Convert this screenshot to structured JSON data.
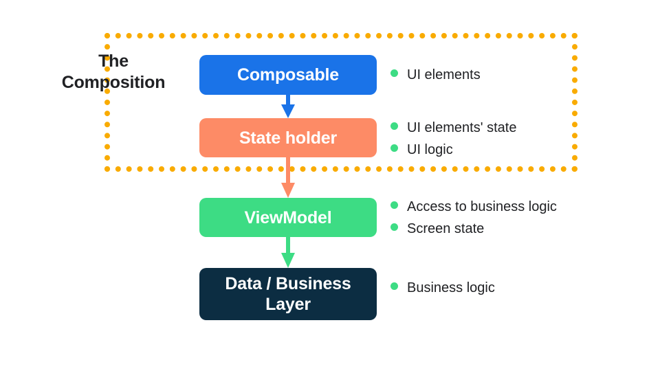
{
  "diagram": {
    "title": "The Composition",
    "frame": {
      "label": "composition-boundary",
      "color": "#f9ab00",
      "style": "dotted"
    },
    "nodes": [
      {
        "id": "composable",
        "label": "Composable",
        "color": "#1a73e8",
        "text_color": "#ffffff"
      },
      {
        "id": "state-holder",
        "label": "State holder",
        "color": "#fd8b66",
        "text_color": "#ffffff"
      },
      {
        "id": "viewmodel",
        "label": "ViewModel",
        "color": "#3ddc84",
        "text_color": "#ffffff"
      },
      {
        "id": "data-business-layer",
        "label": "Data / Business\nLayer",
        "color": "#0c2d42",
        "text_color": "#ffffff"
      }
    ],
    "arrows": [
      {
        "id": "composable-to-state-holder",
        "from": "composable",
        "to": "state-holder",
        "color": "#1a73e8"
      },
      {
        "id": "state-holder-to-viewmodel",
        "from": "state-holder",
        "to": "viewmodel",
        "color": "#fd8b66"
      },
      {
        "id": "viewmodel-to-data-layer",
        "from": "viewmodel",
        "to": "data-business-layer",
        "color": "#3ddc84"
      }
    ],
    "annotations": {
      "bullet_color": "#3ddc84",
      "composable": [
        "UI elements"
      ],
      "state_holder": [
        "UI elements' state",
        "UI logic"
      ],
      "viewmodel": [
        "Access to business logic",
        "Screen state"
      ],
      "data_business_layer": [
        "Business logic"
      ]
    }
  }
}
